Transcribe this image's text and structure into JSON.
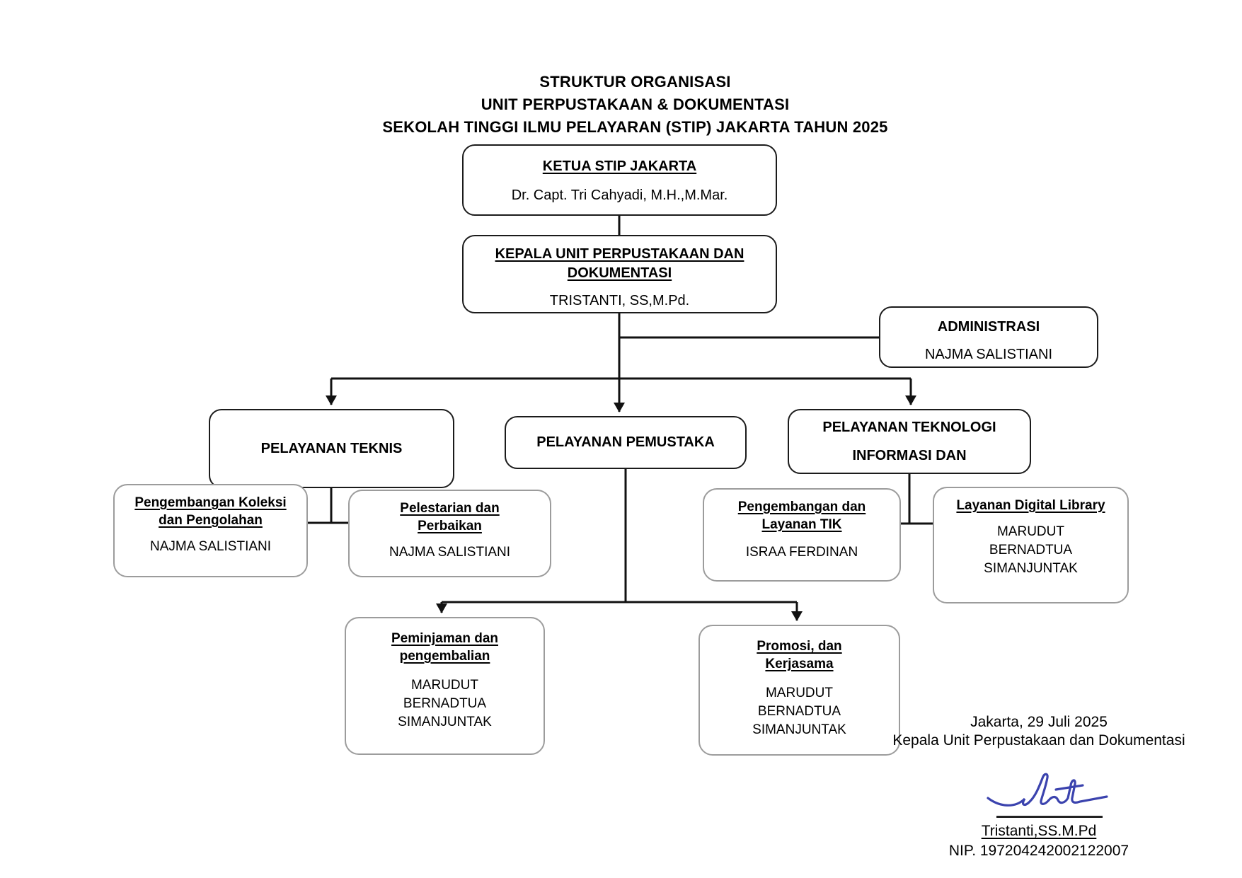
{
  "document": {
    "title": "STRUKTUR ORGANISASI\nUNIT PERPUSTAKAAN & DOKUMENTASI\nSEKOLAH TINGGI ILMU PELAYARAN (STIP) JAKARTA TAHUN 2025"
  },
  "nodes": {
    "ketua": {
      "title": "KETUA STIP JAKARTA",
      "name": "Dr. Capt. Tri Cahyadi, M.H.,M.Mar."
    },
    "kepala": {
      "title": "KEPALA UNIT PERPUSTAKAAN DAN\nDOKUMENTASI",
      "name": "TRISTANTI, SS,M.Pd."
    },
    "administrasi": {
      "title": "ADMINISTRASI",
      "name": "NAJMA SALISTIANI"
    },
    "teknis": {
      "title": "PELAYANAN TEKNIS"
    },
    "pemustaka": {
      "title": "PELAYANAN PEMUSTAKA"
    },
    "teknologi": {
      "title": "PELAYANAN TEKNOLOGI\nINFORMASI DAN"
    },
    "pengembangan_koleksi": {
      "title": "Pengembangan Koleksi\ndan Pengolahan",
      "name": "NAJMA SALISTIANI"
    },
    "pelestarian": {
      "title": "Pelestarian dan\nPerbaikan",
      "name": "NAJMA SALISTIANI"
    },
    "pengembangan_tik": {
      "title": "Pengembangan dan\nLayanan TIK",
      "name": "ISRAA FERDINAN"
    },
    "layanan_digital": {
      "title": "Layanan Digital Library",
      "name": "MARUDUT\nBERNADTUA\nSIMANJUNTAK"
    },
    "peminjaman": {
      "title": "Peminjaman dan\npengembalian",
      "name": "MARUDUT\nBERNADTUA\nSIMANJUNTAK"
    },
    "promosi": {
      "title": "Promosi, dan\nKerjasama",
      "name": "MARUDUT\nBERNADTUA\nSIMANJUNTAK"
    }
  },
  "footer": {
    "date": "Jakarta, 29 Juli 2025",
    "role": "Kepala Unit Perpustakaan dan Dokumentasi",
    "signer": "Tristanti,SS.M.Pd",
    "nip": "NIP. 197204242002122007"
  },
  "colors": {
    "connector": "#111111",
    "main_box_border": "#1b1b1b",
    "sub_box_border": "#9c9c9c",
    "signature_ink": "#3b43ae",
    "text": "#000000",
    "background": "#ffffff"
  }
}
